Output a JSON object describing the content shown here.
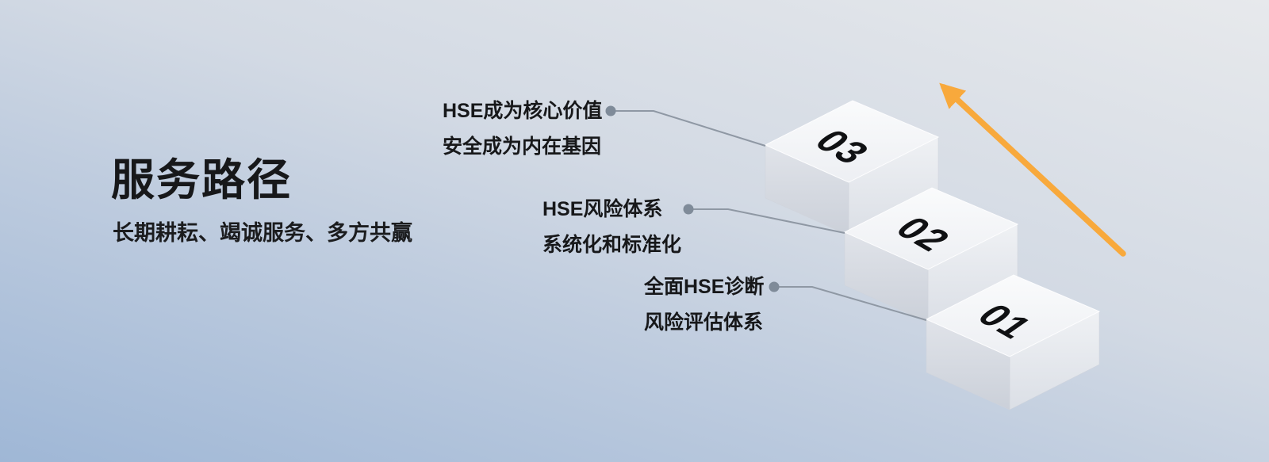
{
  "title": "服务路径",
  "subtitle": "长期耕耘、竭诚服务、多方共赢",
  "steps": [
    {
      "number": "03",
      "label_line1": "HSE成为核心价值",
      "label_line2": "安全成为内在基因"
    },
    {
      "number": "02",
      "label_line1": "HSE风险体系",
      "label_line2": "系统化和标准化"
    },
    {
      "number": "01",
      "label_line1": "全面HSE诊断",
      "label_line2": "风险评估体系"
    }
  ],
  "colors": {
    "arrow": "#f8a93c",
    "connector_line": "#8f98a4",
    "connector_dot": "#7f8b99",
    "step_top": "#f6f7f9",
    "step_front": "#d6dae1",
    "step_side": "#e8eaef",
    "background_top": "#e7e9ec",
    "background_bottom": "#9fb7d6",
    "text": "#17181a"
  }
}
